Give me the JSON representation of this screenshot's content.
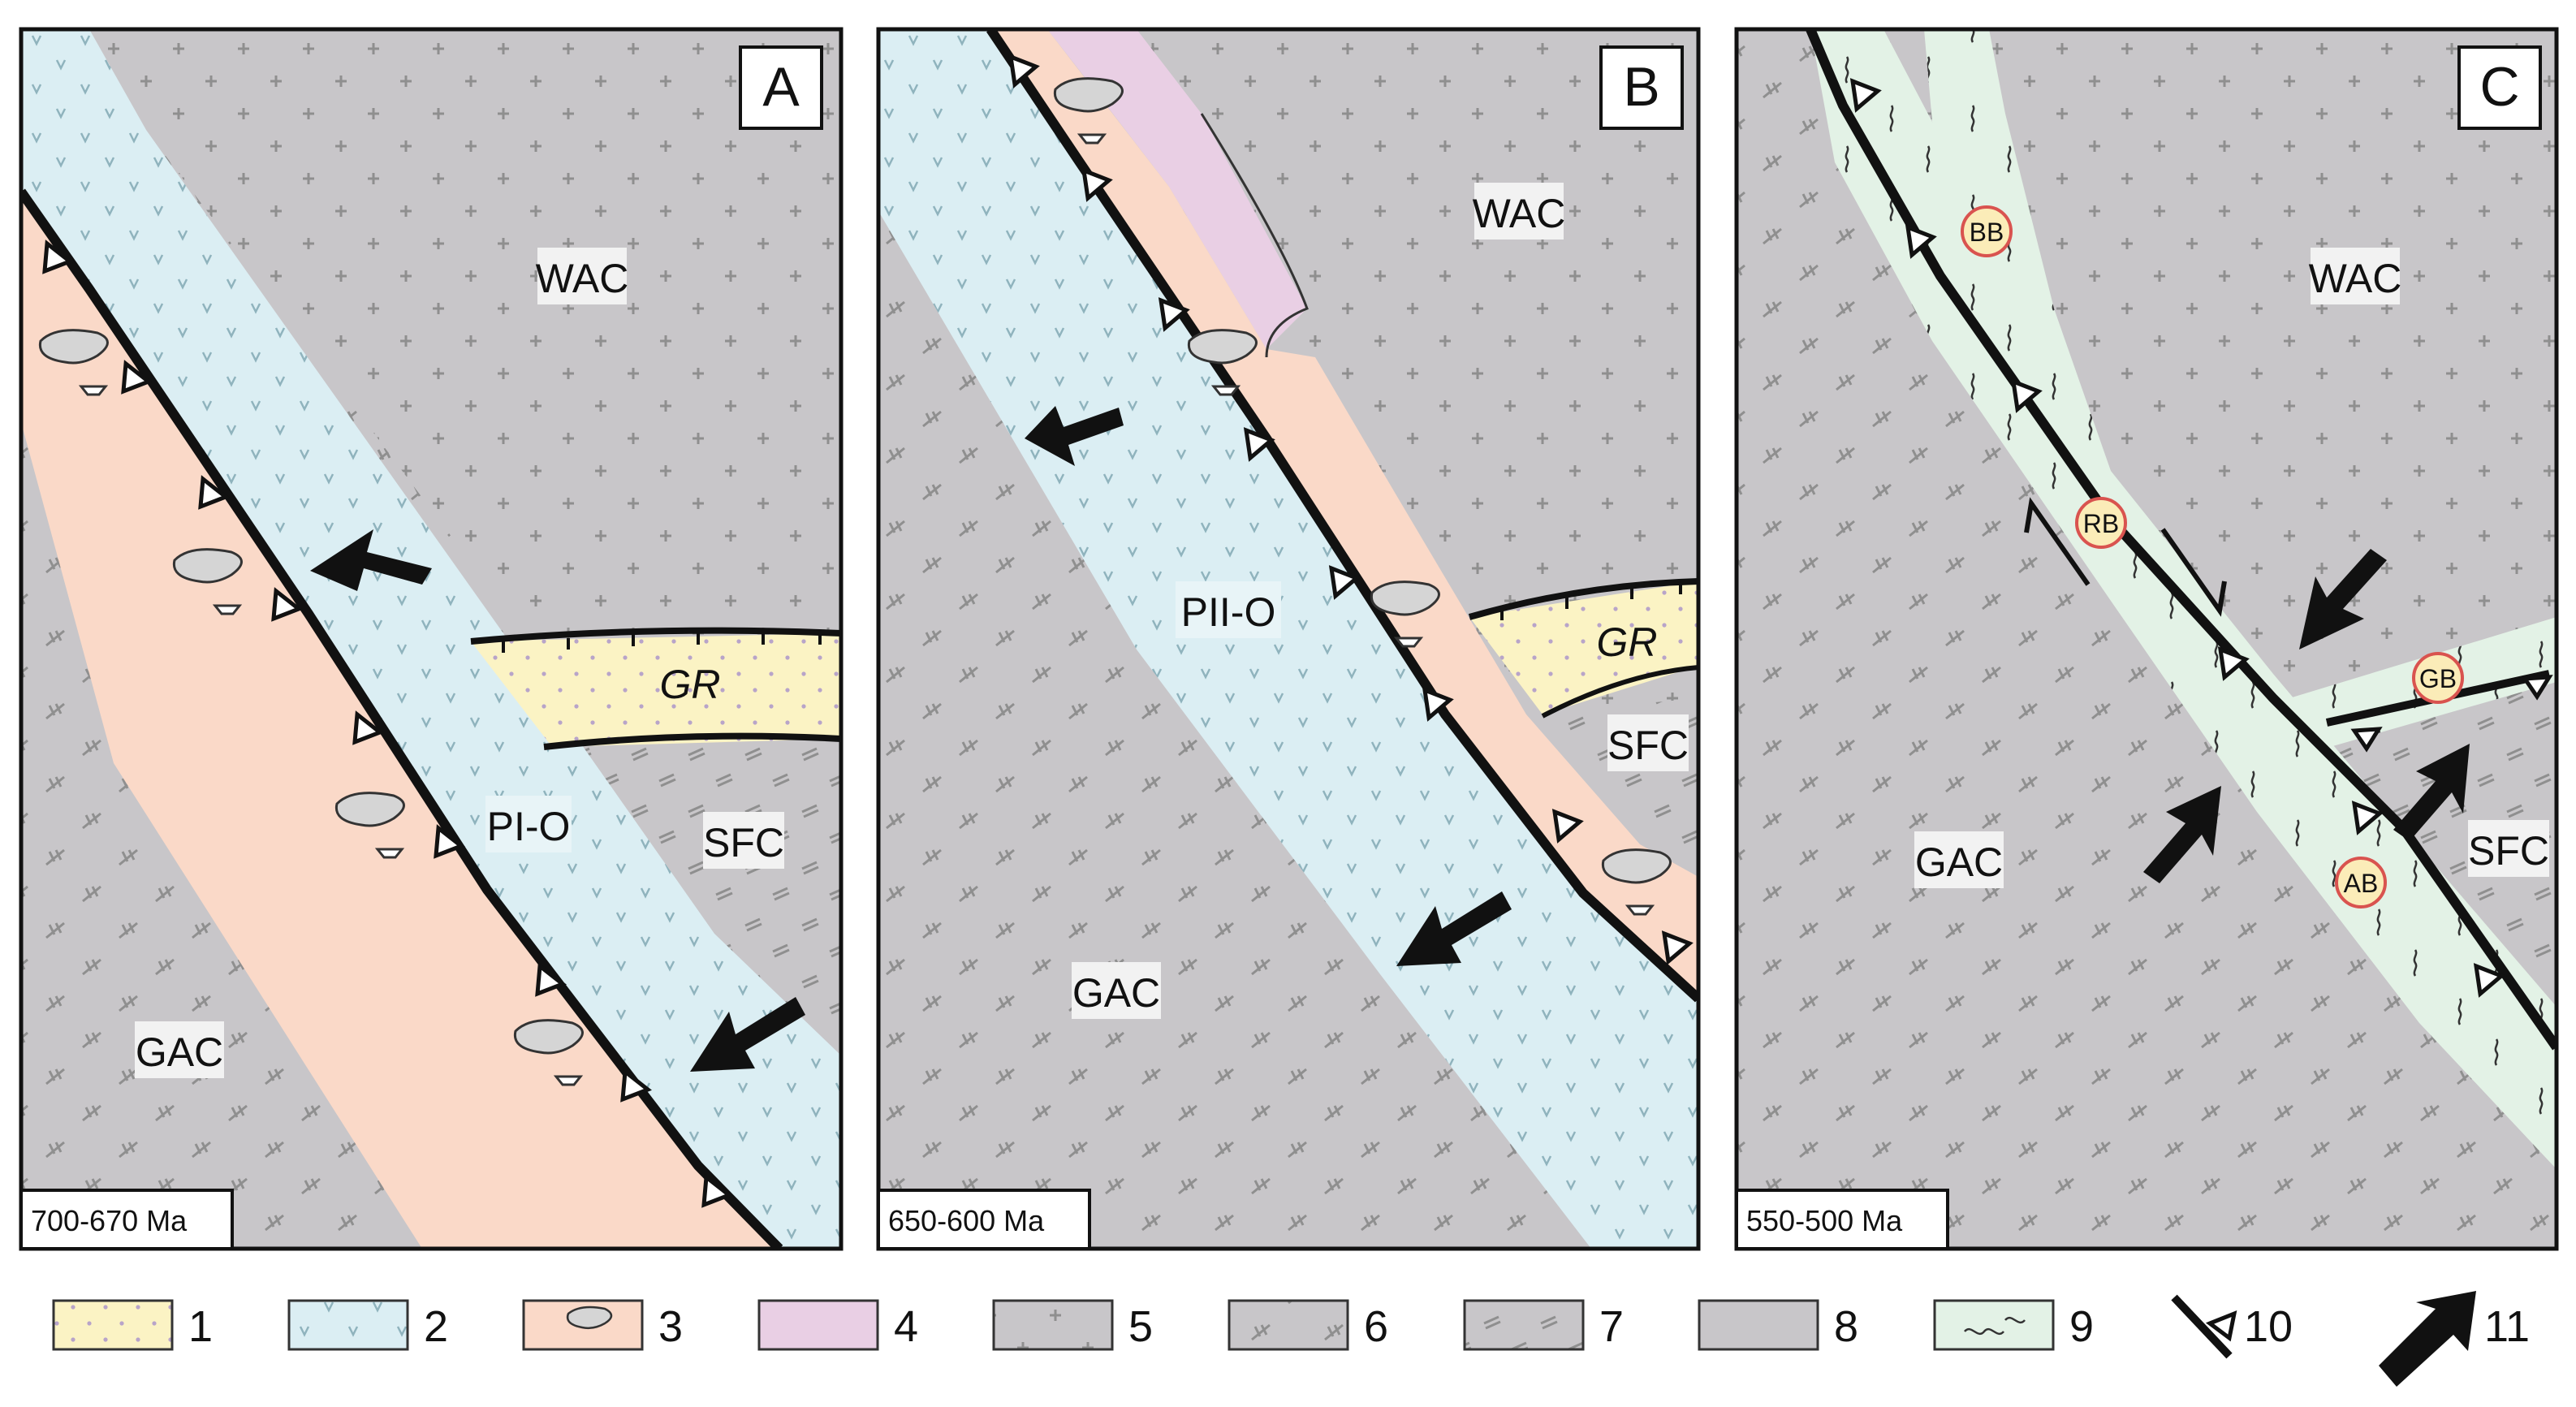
{
  "colors": {
    "craton": "#c8c6c9",
    "graben": "#fbf3c4",
    "volcanic_arc": "#dbeef3",
    "accretionary": "#fad9c8",
    "pink_unit": "#e9cfe4",
    "shear_zone": "#e3f2e6",
    "line": "#111111",
    "pattern": "#9a9a9a",
    "badge_ring": "#d9534f",
    "badge_fill": "#fbecb8"
  },
  "panels": [
    {
      "letter": "A",
      "age": "700-670 Ma",
      "labels": {
        "wac": "WAC",
        "gac": "GAC",
        "sfc": "SFC",
        "gr": "GR",
        "ocean": "PI-O"
      }
    },
    {
      "letter": "B",
      "age": "650-600 Ma",
      "labels": {
        "wac": "WAC",
        "gac": "GAC",
        "sfc": "SFC",
        "gr": "GR",
        "ocean": "PII-O"
      }
    },
    {
      "letter": "C",
      "age": "550-500 Ma",
      "labels": {
        "wac": "WAC",
        "gac": "GAC",
        "sfc": "SFC"
      },
      "badges": [
        "BB",
        "RB",
        "GB",
        "AB"
      ]
    }
  ],
  "legend": [
    {
      "number": "1",
      "symbol": "dotted-yellow-swatch"
    },
    {
      "number": "2",
      "symbol": "v-pattern-blue-swatch"
    },
    {
      "number": "3",
      "symbol": "ophiolite-orange-swatch"
    },
    {
      "number": "4",
      "symbol": "pink-swatch"
    },
    {
      "number": "5",
      "symbol": "plus-pattern-grey-swatch"
    },
    {
      "number": "6",
      "symbol": "x-pattern-grey-swatch"
    },
    {
      "number": "7",
      "symbol": "dash-pattern-grey-swatch"
    },
    {
      "number": "8",
      "symbol": "plain-grey-swatch"
    },
    {
      "number": "9",
      "symbol": "wavy-green-swatch"
    },
    {
      "number": "10",
      "symbol": "thrust-symbol"
    },
    {
      "number": "11",
      "symbol": "arrow-symbol"
    }
  ]
}
